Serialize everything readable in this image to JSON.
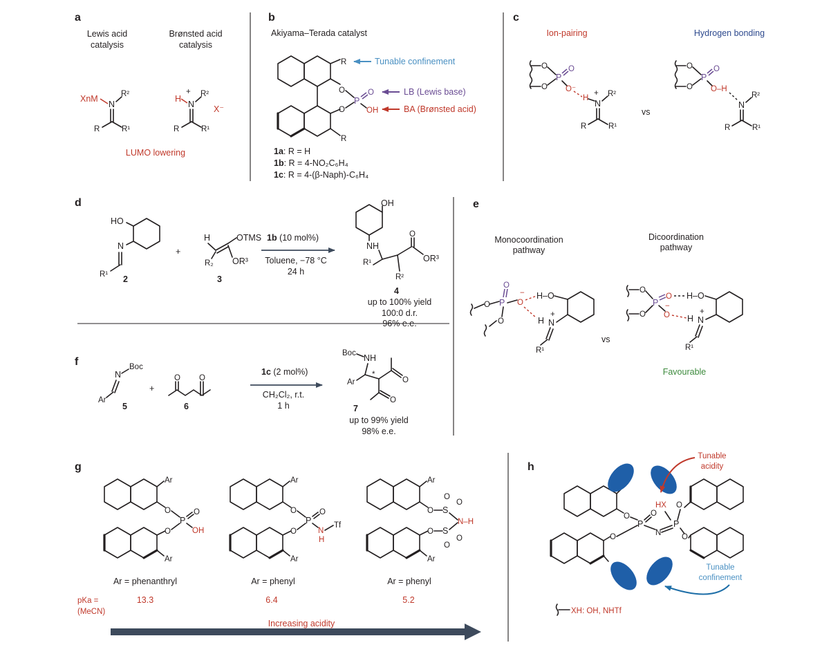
{
  "panels": {
    "a": {
      "label": "a",
      "lewis_title_1": "Lewis acid",
      "lewis_title_2": "catalysis",
      "bronsted_title_1": "Brønsted acid",
      "bronsted_title_2": "catalysis",
      "xnm": "XnM",
      "n": "N",
      "r1": "R¹",
      "r2": "R²",
      "h": "H",
      "plus": "+",
      "x_minus": "X⁻",
      "lumo": "LUMO lowering"
    },
    "b": {
      "label": "b",
      "title": "Akiyama–Terada catalyst",
      "r": "R",
      "o": "O",
      "p": "P",
      "oh": "OH",
      "tunable": "Tunable confinement",
      "lb": "LB (Lewis base)",
      "ba": "BA (Brønsted acid)",
      "cat_1a_num": "1a",
      "cat_1a": ": R = H",
      "cat_1b_num": "1b",
      "cat_1b": ": R = 4-NO₂C₆H₄",
      "cat_1c_num": "1c",
      "cat_1c": ": R = 4-(β-Naph)-C₆H₄"
    },
    "c": {
      "label": "c",
      "ion_pairing": "Ion-pairing",
      "hydrogen_bonding": "Hydrogen bonding",
      "vs": "vs",
      "o": "O",
      "p": "P",
      "o_minus": "O⁻",
      "h": "H",
      "oh": "O–H",
      "n": "N",
      "plus": "+",
      "r1": "R¹",
      "r2": "R²",
      "r": "R"
    },
    "d": {
      "label": "d",
      "ho": "HO",
      "n": "N",
      "r1": "R¹",
      "cmpd2": "2",
      "plus_sign": "+",
      "h": "H",
      "otms": "OTMS",
      "r2": "R₂",
      "or3": "OR³",
      "cmpd3": "3",
      "cat": "1b",
      "cat_load": " (10 mol%)",
      "solvent": "Toluene, −78 °C",
      "time": "24 h",
      "oh": "OH",
      "nh": "NH",
      "o": "O",
      "r2b": "R²",
      "cmpd4": "4",
      "yield": "up to 100% yield",
      "dr": "100:0 d.r.",
      "ee": "96% e.e."
    },
    "e": {
      "label": "e",
      "mono_1": "Monocoordination",
      "mono_2": "pathway",
      "di_1": "Dicoordination",
      "di_2": "pathway",
      "vs": "vs",
      "favourable": "Favourable",
      "o": "O",
      "p": "P",
      "ho": "H–O",
      "h": "H",
      "n": "N",
      "plus": "+",
      "r1": "R¹"
    },
    "f": {
      "label": "f",
      "boc": "Boc",
      "n": "N",
      "ar": "Ar",
      "cmpd5": "5",
      "plus_sign": "+",
      "o": "O",
      "cmpd6": "6",
      "cat": "1c",
      "cat_load": " (2 mol%)",
      "solvent": "CH₂Cl₂, r.t.",
      "time": "1 h",
      "nh": "NH",
      "star": "*",
      "cmpd7": "7",
      "yield": "up to 99% yield",
      "ee": "98% e.e."
    },
    "g": {
      "label": "g",
      "ar": "Ar",
      "o": "O",
      "p": "P",
      "oh": "OH",
      "n": "N",
      "h": "H",
      "tf": "Tf",
      "s": "S",
      "nh": "N–H",
      "cat1_ar": "Ar = phenanthryl",
      "cat2_ar": "Ar = phenyl",
      "cat3_ar": "Ar = phenyl",
      "pka_label_1": "pKa =",
      "pka_label_2": "(MeCN)",
      "pka_values": [
        "13.3",
        "6.4",
        "5.2"
      ],
      "increasing": "Increasing acidity"
    },
    "h": {
      "label": "h",
      "tunable_acidity_1": "Tunable",
      "tunable_acidity_2": "acidity",
      "tunable_conf_1": "Tunable",
      "tunable_conf_2": "confinement",
      "hx": "HX",
      "o": "O",
      "p": "P",
      "n": "N",
      "legend": "XH:  OH,  NHTf"
    }
  },
  "colors": {
    "red": "#c0392b",
    "blue": "#2e4a8e",
    "cyan": "#4a90c2",
    "purple": "#6a4c93",
    "green": "#3c8a3c",
    "ellipse": "#1f5fa8",
    "arrow": "#3d4a5c"
  }
}
